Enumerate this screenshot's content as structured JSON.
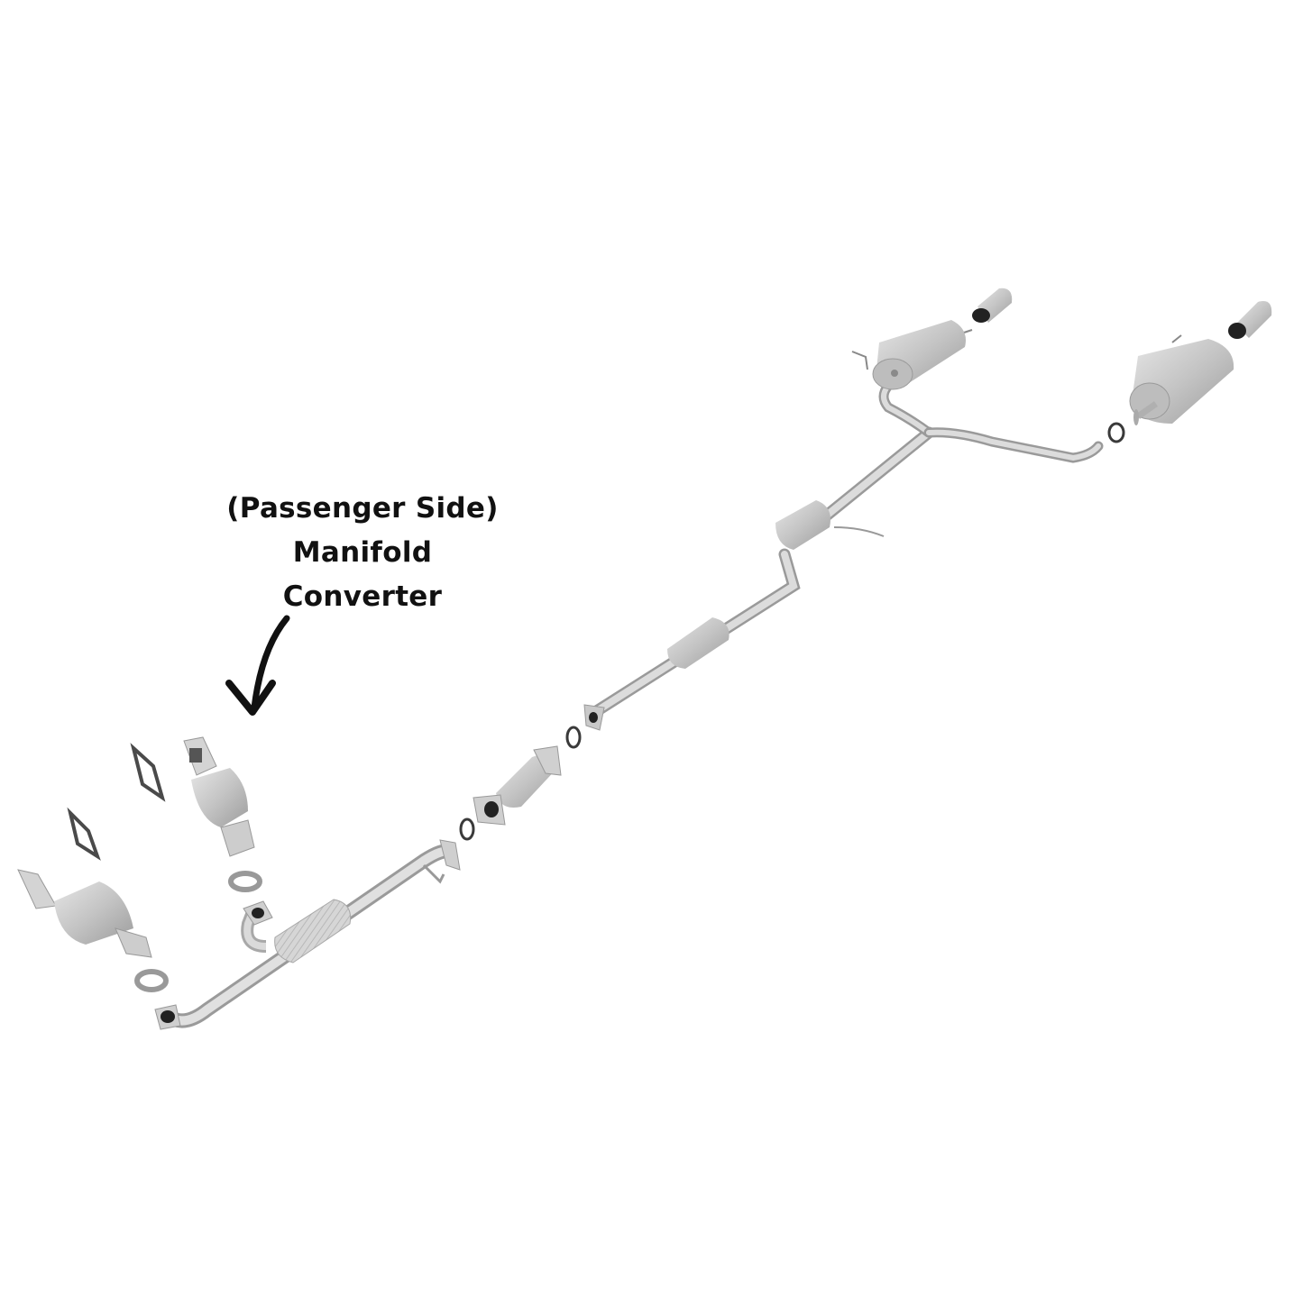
{
  "diagram": {
    "type": "exploded-parts-view",
    "subject": "exhaust system",
    "background": "#ffffff",
    "metal_color": "#c8c8c8",
    "gasket_color": "#3a3a3a",
    "text_color": "#111111"
  },
  "annotation": {
    "lines": [
      "(Passenger Side)",
      "Manifold",
      "Converter"
    ],
    "arrow": "curved-arrow-down-left"
  },
  "parts": [
    {
      "id": "driver-manifold-converter",
      "label": "Manifold Converter (Driver Side)"
    },
    {
      "id": "passenger-manifold-converter",
      "label": "Manifold Converter (Passenger Side)"
    },
    {
      "id": "manifold-gasket-1",
      "label": "Manifold Gasket"
    },
    {
      "id": "manifold-gasket-2",
      "label": "Manifold Gasket"
    },
    {
      "id": "y-pipe",
      "label": "Front Y-Pipe with Flex Section"
    },
    {
      "id": "underbody-converter",
      "label": "Catalytic Converter"
    },
    {
      "id": "intermediate-pipe",
      "label": "Intermediate Pipe with Resonators"
    },
    {
      "id": "rear-y-pipe",
      "label": "Rear Y-Pipe"
    },
    {
      "id": "left-muffler",
      "label": "Left Muffler"
    },
    {
      "id": "right-muffler",
      "label": "Right Muffler"
    },
    {
      "id": "left-tip",
      "label": "Left Exhaust Tip"
    },
    {
      "id": "right-tip",
      "label": "Right Exhaust Tip"
    }
  ]
}
